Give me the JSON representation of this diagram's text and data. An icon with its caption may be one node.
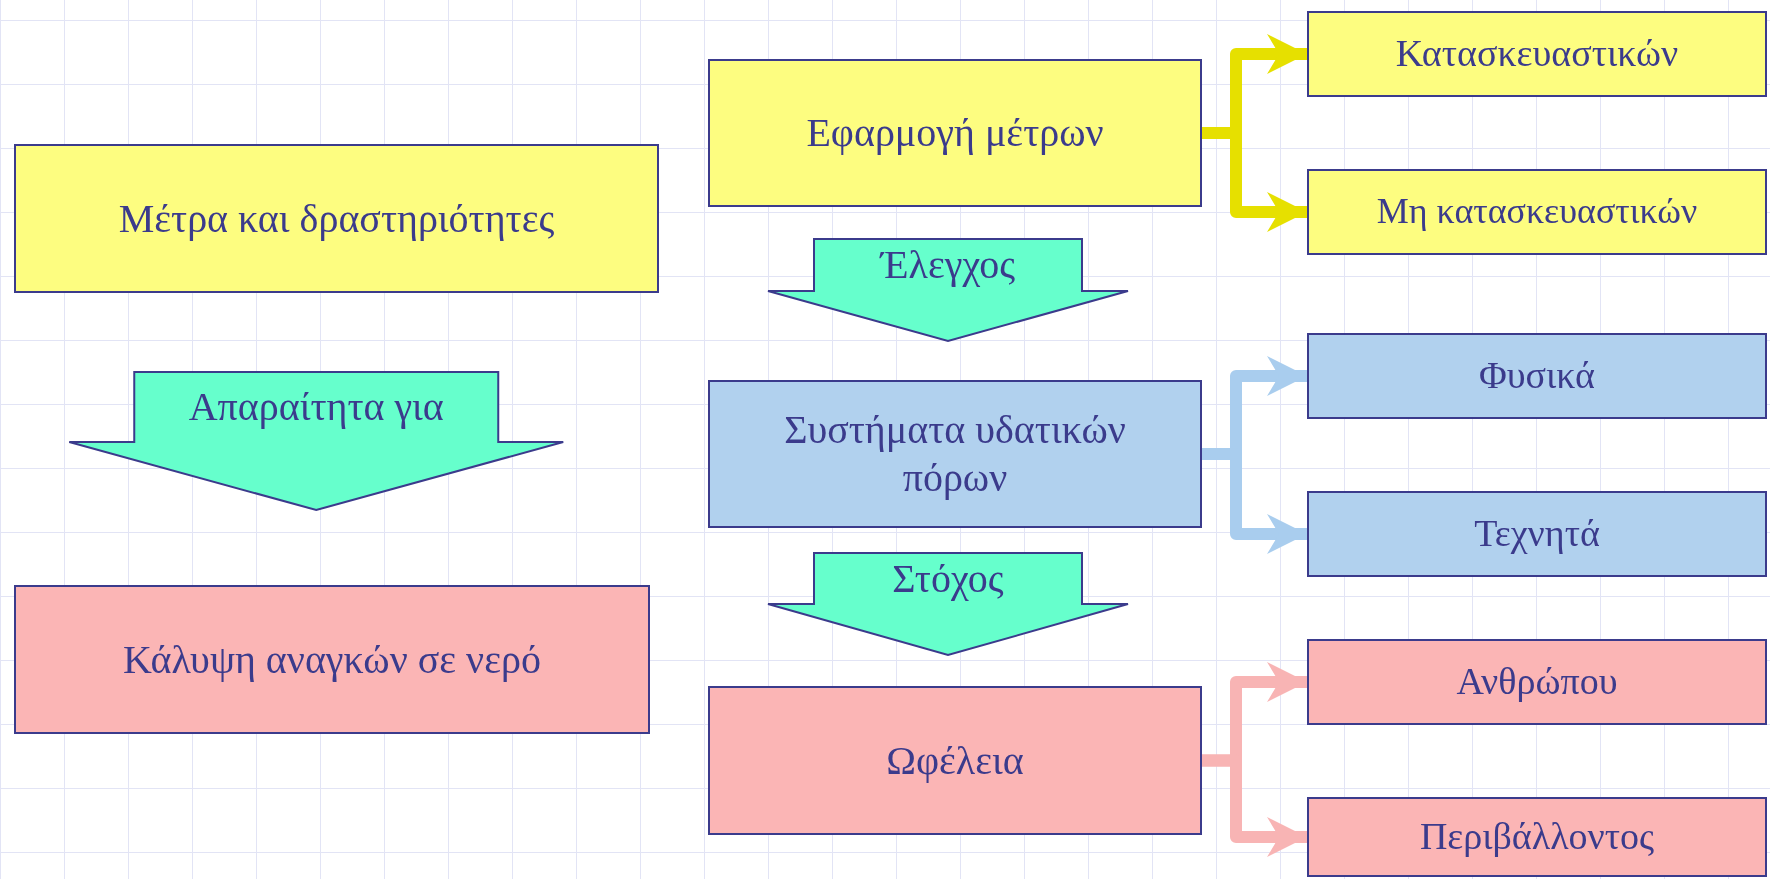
{
  "diagram": {
    "nodes": [
      {
        "text": [
          "Μέτρα και δραστηριότητες"
        ]
      },
      {
        "text": [
          "Κάλυψη αναγκών σε νερό"
        ]
      },
      {
        "text": [
          "Εφαρμογή μέτρων"
        ]
      },
      {
        "text": [
          "Συστήματα υδατικών πόρων"
        ]
      },
      {
        "text": [
          "Ωφέλεια"
        ]
      },
      {
        "text": [
          "Κατασκευαστικών"
        ]
      },
      {
        "text": [
          "Μη κατασκευαστικών"
        ]
      },
      {
        "text": [
          "Φυσικά"
        ]
      },
      {
        "text": [
          "Τεχνητά"
        ]
      },
      {
        "text": [
          "Ανθρώπου"
        ]
      },
      {
        "text": [
          "Περιβάλλοντος"
        ]
      }
    ],
    "edges": [
      {
        "from": 0,
        "to": 1,
        "arrow": "to",
        "label": "Απαραίτητα για",
        "style": "thick",
        "color": "#66ffcc"
      },
      {
        "from": 2,
        "to": 3,
        "arrow": "to",
        "label": "Έλεγχος",
        "style": "thick",
        "color": "#66ffcc"
      },
      {
        "from": 3,
        "to": 4,
        "arrow": "to",
        "label": "Στόχος",
        "style": "thick",
        "color": "#66ffcc"
      },
      {
        "from": 2,
        "to": 5,
        "arrow": "to",
        "color": "#e6e000"
      },
      {
        "from": 2,
        "to": 6,
        "arrow": "to",
        "color": "#e6e000"
      },
      {
        "from": 3,
        "to": 7,
        "arrow": "to",
        "color": "#a9cdee"
      },
      {
        "from": 3,
        "to": 8,
        "arrow": "to",
        "color": "#a9cdee"
      },
      {
        "from": 4,
        "to": 9,
        "arrow": "to",
        "color": "#f8b4b4"
      },
      {
        "from": 4,
        "to": 10,
        "arrow": "to",
        "color": "#f8b4b4"
      }
    ]
  }
}
